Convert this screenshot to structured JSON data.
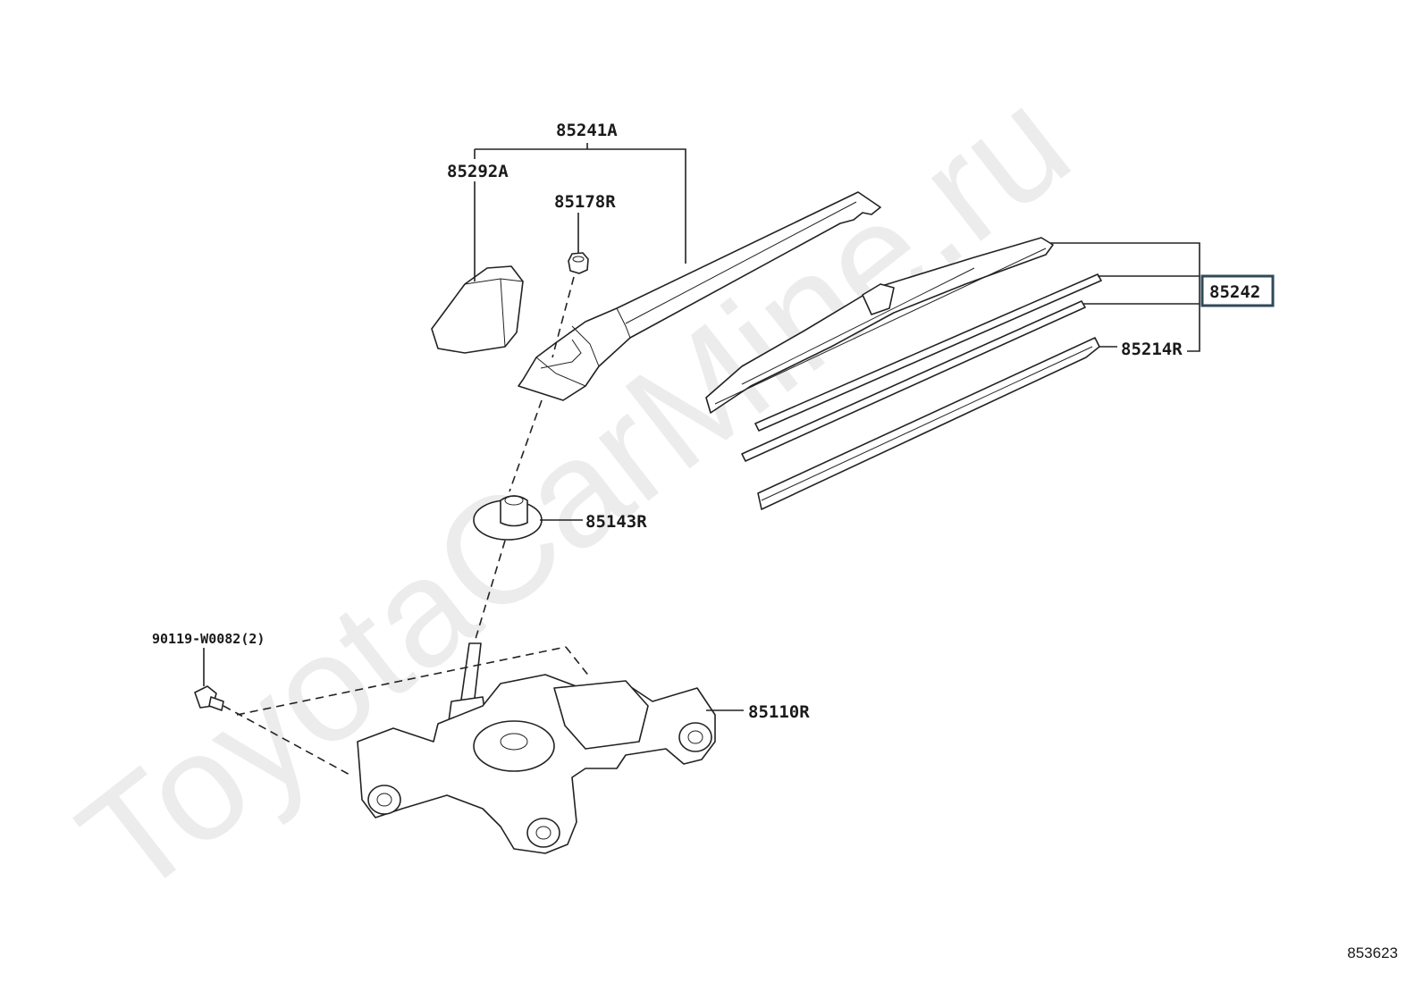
{
  "watermark": "ToyotaCarMine.ru",
  "diagram_id": "853623",
  "parts": {
    "arm_assembly": "85241A",
    "arm_cover": "85292A",
    "arm_nut_cap": "85178R",
    "blade_assembly": "85242",
    "blade_refill": "85214R",
    "pivot_seal": "85143R",
    "bolt": "90119-W0082(2)",
    "motor": "85110R"
  },
  "selected_part": "85242",
  "colors": {
    "line": "#222222",
    "highlight": "#2f4a5a",
    "watermark": "#d6d6d6"
  }
}
